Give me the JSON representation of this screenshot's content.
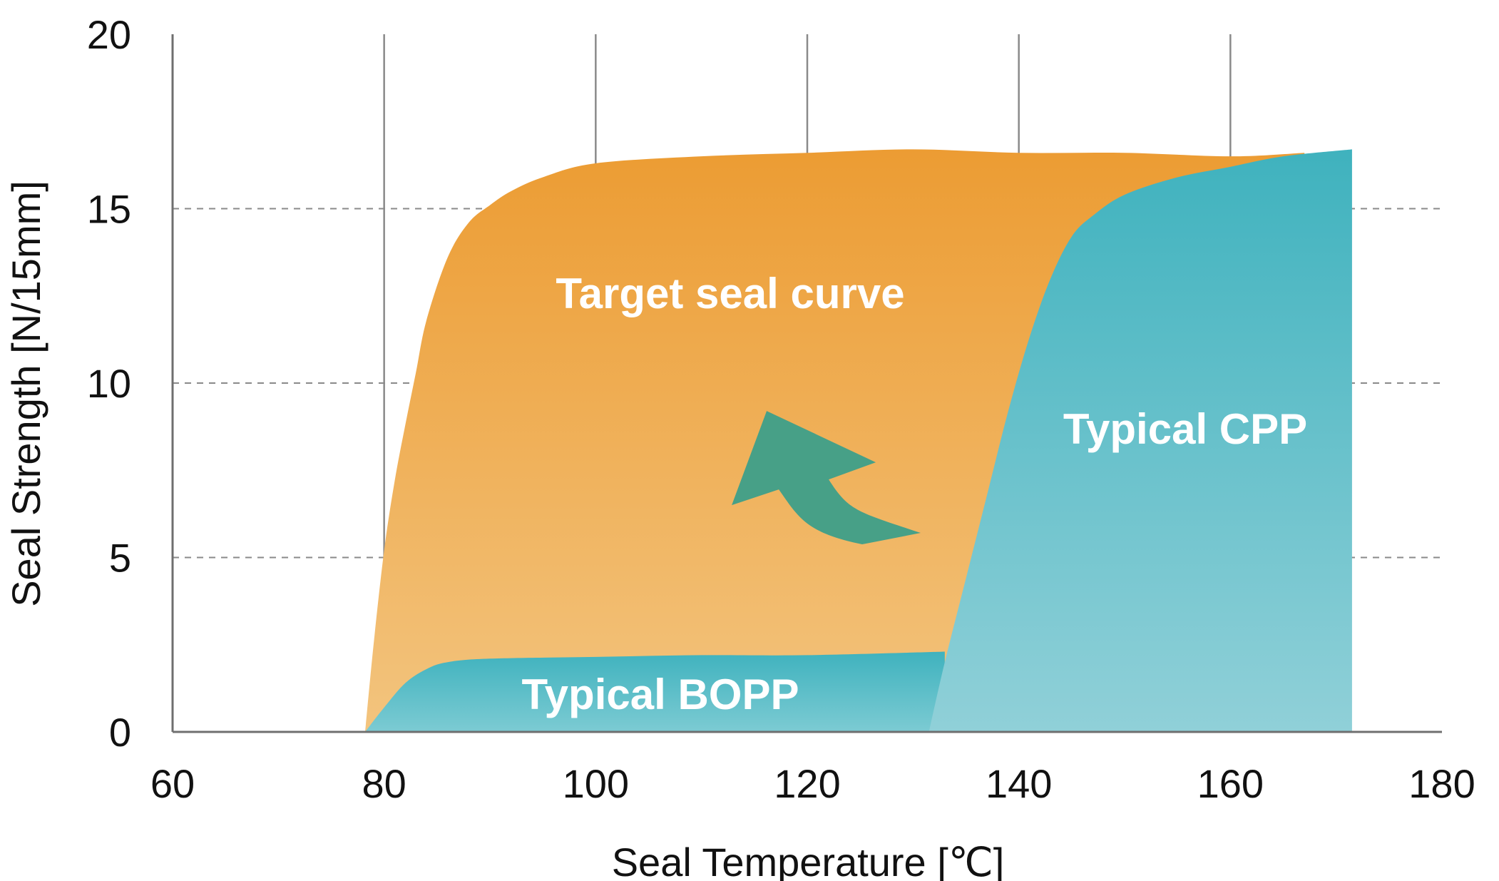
{
  "chart_data": {
    "type": "area",
    "xlabel": "Seal Temperature [℃]",
    "ylabel": "Seal Strength [N/15mm]",
    "xlim": [
      60,
      180
    ],
    "ylim": [
      0,
      20
    ],
    "x_ticks": [
      60,
      80,
      100,
      120,
      140,
      160,
      180
    ],
    "y_ticks": [
      0,
      5,
      10,
      15,
      20
    ],
    "grid": "vertical solid at x ticks; horizontal dashed at y ticks",
    "series": [
      {
        "name": "Target seal curve",
        "color_top": "#ec9c33",
        "color_bottom": "#f3c47e",
        "x": [
          78.2,
          79,
          80,
          81,
          82,
          83,
          84,
          86,
          88,
          90,
          92,
          95,
          100,
          110,
          120,
          130,
          140,
          150,
          160,
          167
        ],
        "y": [
          0,
          2.5,
          5.2,
          7.2,
          8.8,
          10.3,
          11.8,
          13.6,
          14.6,
          15.1,
          15.5,
          15.9,
          16.3,
          16.5,
          16.6,
          16.7,
          16.6,
          16.6,
          16.5,
          16.6
        ]
      },
      {
        "name": "Typical CPP",
        "color_top": "#3fb2be",
        "color_bottom": "#90d0d8",
        "x": [
          131.5,
          133,
          135,
          137,
          139,
          141,
          143,
          145,
          147,
          150,
          155,
          160,
          165,
          171.5,
          171.5
        ],
        "y": [
          0,
          2.0,
          4.4,
          6.8,
          9.2,
          11.3,
          13.0,
          14.2,
          14.8,
          15.4,
          15.9,
          16.2,
          16.5,
          16.7,
          0
        ]
      },
      {
        "name": "Typical BOPP",
        "color_top": "#3fb2be",
        "color_bottom": "#7ccbd3",
        "x": [
          78.2,
          80,
          82,
          84,
          86,
          90,
          100,
          110,
          120,
          133
        ],
        "y": [
          0,
          0.7,
          1.4,
          1.8,
          2.0,
          2.1,
          2.15,
          2.2,
          2.2,
          2.3
        ]
      }
    ],
    "arrow": {
      "color": "#47a087",
      "tail": [
        126,
        5.5
      ],
      "head": [
        116.5,
        9.2
      ]
    }
  }
}
